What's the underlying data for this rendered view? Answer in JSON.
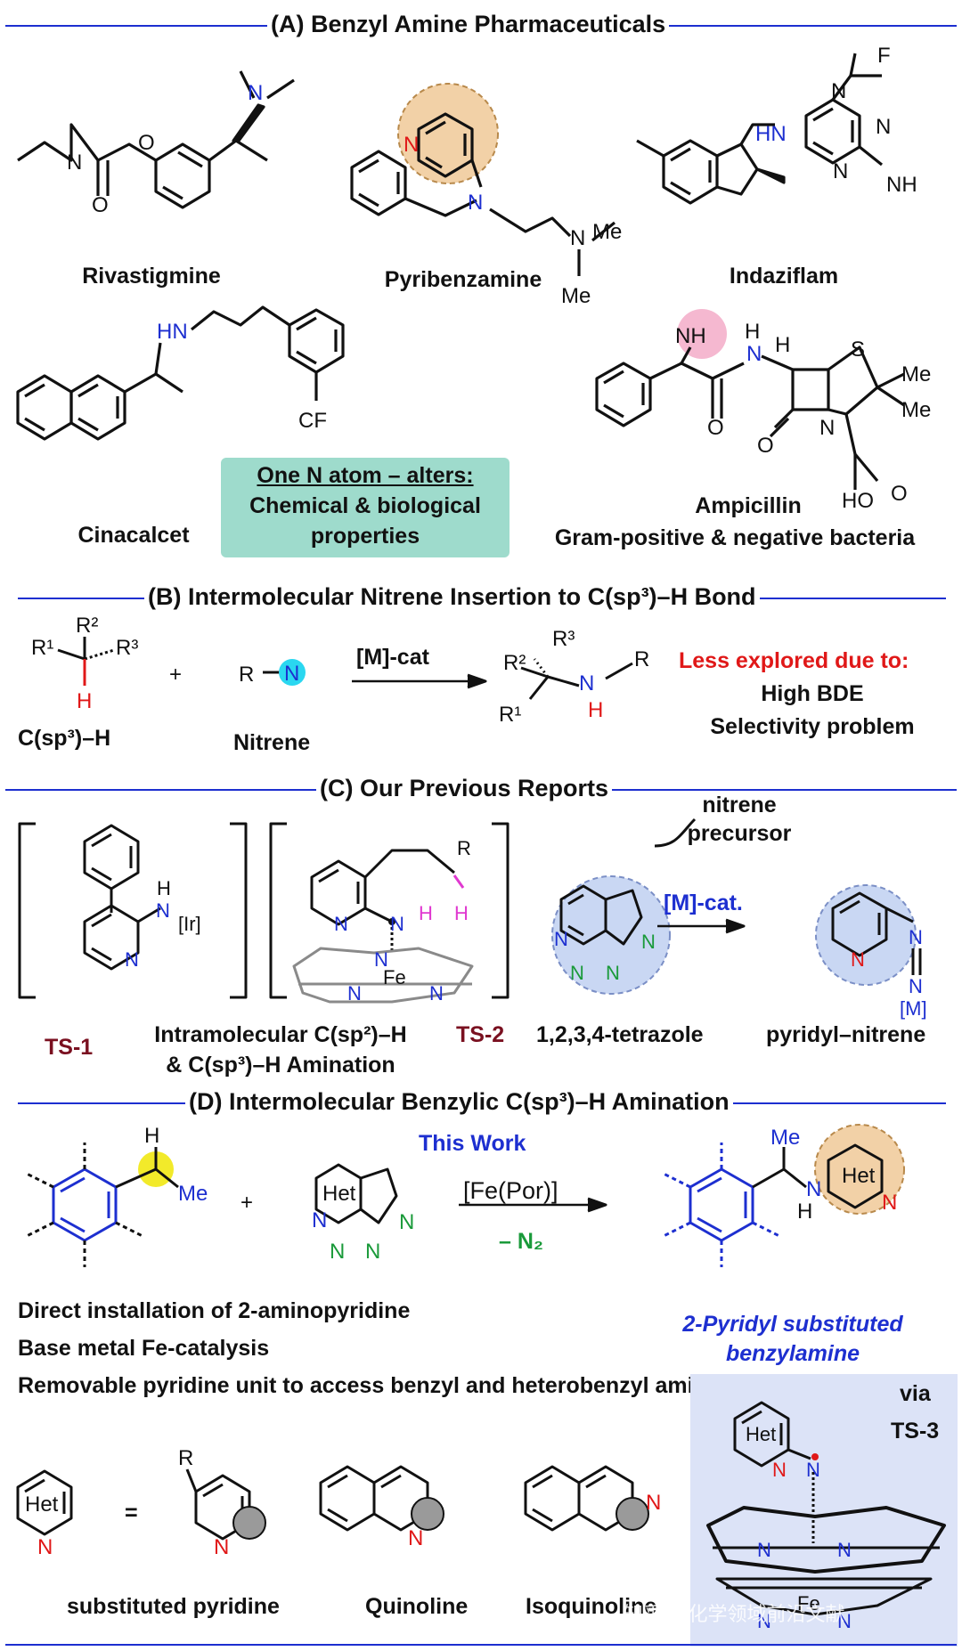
{
  "sections": {
    "a": {
      "header": "(A) Benzyl Amine Pharmaceuticals",
      "molecules": [
        "Rivastigmine",
        "Pyribenzamine",
        "Indaziflam",
        "Cinacalcet",
        "Ampicillin"
      ],
      "ampicillin_note": "Gram-positive & negative bacteria",
      "callout_title": "One N atom – alters:",
      "callout_line2": "Chemical & biological",
      "callout_line3": "properties"
    },
    "b": {
      "header": "(B) Intermolecular Nitrene Insertion to C(sp³)–H Bond",
      "substrate_label": "C(sp³)–H",
      "nitrene_label": "Nitrene",
      "catalyst": "[M]-cat",
      "less_explored": "Less explored due to:",
      "reason1": "High BDE",
      "reason2": "Selectivity problem"
    },
    "c": {
      "header": "(C) Our Previous Reports",
      "ts1": "TS-1",
      "ts2": "TS-2",
      "amination_line1": "Intramolecular C(sp²)–H",
      "amination_line2": "& C(sp³)–H Amination",
      "precursor_line1": "nitrene",
      "precursor_line2": "precursor",
      "cat": "[M]-cat.",
      "tetrazole_label": "1,2,3,4-tetrazole",
      "nitrene_label": "pyridyl–nitrene"
    },
    "d": {
      "header": "(D) Intermolecular Benzylic C(sp³)–H Amination",
      "this_work": "This Work",
      "catalyst": "[Fe(Por)]",
      "byproduct": "– N₂",
      "feature1": "Direct installation of 2-aminopyridine",
      "feature2": "Base metal Fe-catalysis",
      "feature3": "Removable pyridine unit to access benzyl and heterobenzyl  amine",
      "product_line1": "2-Pyridyl substituted",
      "product_line2": "benzylamine",
      "het_labels": [
        "substituted pyridine",
        "Quinoline",
        "Isoquinoline"
      ],
      "equals": "=",
      "via": "via",
      "ts3": "TS-3"
    }
  },
  "watermark": "知乎 @化学领域前沿文献",
  "colors": {
    "header_line": "#1d2fd0",
    "nitrogen": "#1d2fd0",
    "red_text": "#e01818",
    "ts_label": "#7a1020",
    "callout_bg": "#9edbcc",
    "panel_bg": "#dce3f7",
    "highlight_peach": "#f2d1a7",
    "highlight_pink": "#f5b8d0",
    "highlight_yellow": "#f2ea2a",
    "tetrazole_green": "#1a9a3a",
    "circle_bg": "#c9d7f3"
  }
}
